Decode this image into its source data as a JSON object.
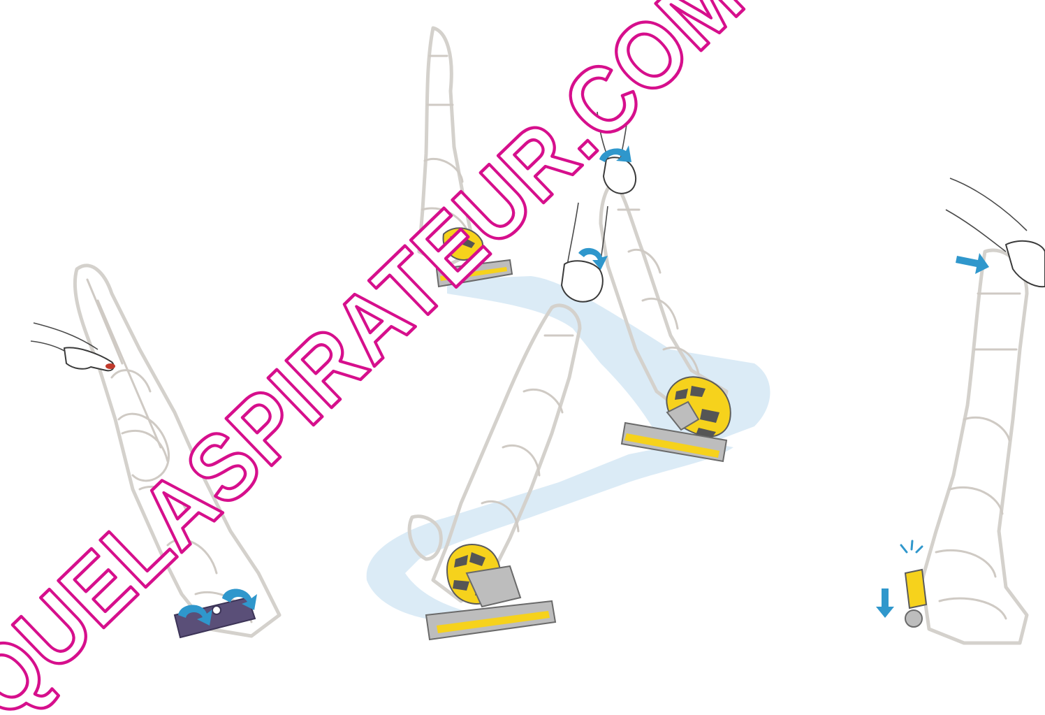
{
  "watermark": {
    "text": "QUELASPIRATEUR.COM",
    "color": "#d60f8c"
  },
  "colors": {
    "motion_path": "#cfe4f3",
    "arrow": "#2f97cc",
    "accent_yellow": "#f6d21c",
    "outline": "#d4d1cc"
  },
  "panels": [
    {
      "name": "panel-left",
      "icons": [
        "vacuum-outline",
        "hand-icon",
        "brush-roll-icon",
        "rotate-arrow-icon"
      ]
    },
    {
      "name": "panel-center",
      "icons": [
        "vacuum-outline",
        "hand-icon",
        "ball-head-icon",
        "motion-path",
        "rotate-arrow-icon"
      ]
    },
    {
      "name": "panel-right",
      "icons": [
        "vacuum-outline",
        "hand-icon",
        "push-arrow-icon",
        "down-arrow-icon",
        "release-clip-icon"
      ]
    }
  ]
}
